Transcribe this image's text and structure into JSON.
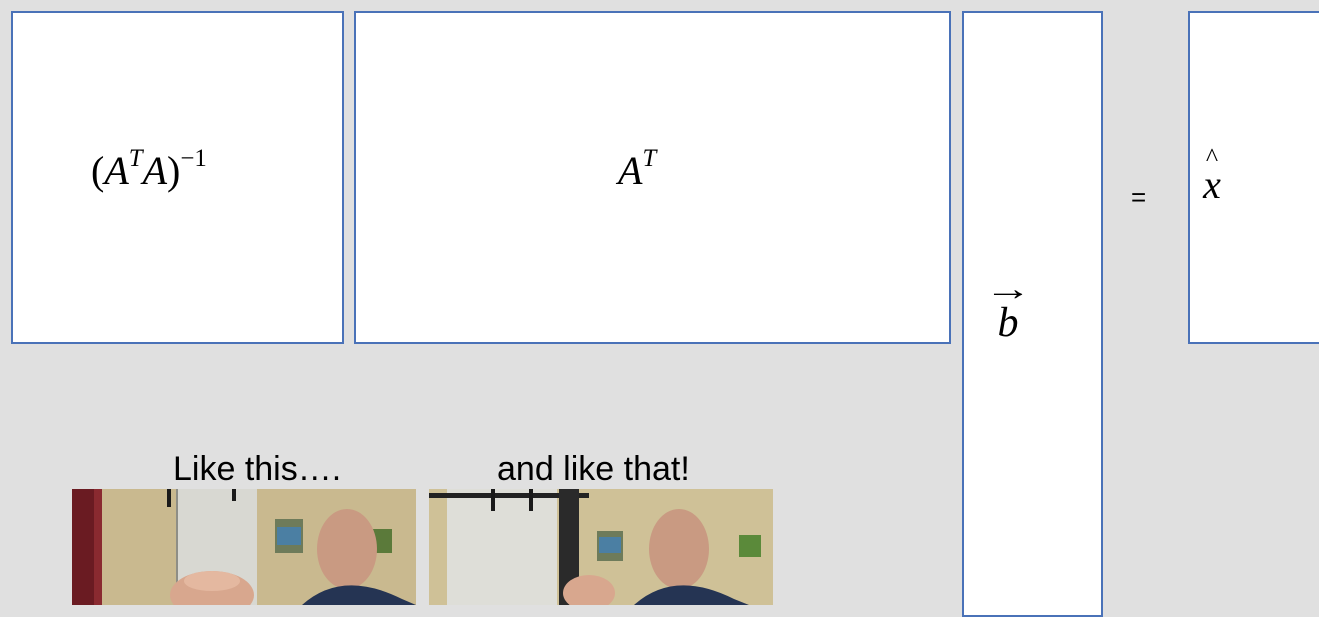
{
  "matrices": {
    "inverse": {
      "open": "(",
      "base": "A",
      "sup1": "T",
      "base2": "A",
      "close": ")",
      "sup2": "−1"
    },
    "transpose": {
      "base": "A",
      "sup": "T"
    },
    "vector": {
      "letter": "b",
      "arrow": "→"
    },
    "equals": "=",
    "result": {
      "letter": "x",
      "hat": "^"
    }
  },
  "captions": {
    "left": "Like this….",
    "right": "and like that!"
  },
  "photos": {
    "left": "person-photo",
    "right": "person-photo"
  },
  "colors": {
    "background": "#e0e0e0",
    "box_border": "#4a72b8",
    "box_fill": "#ffffff"
  }
}
